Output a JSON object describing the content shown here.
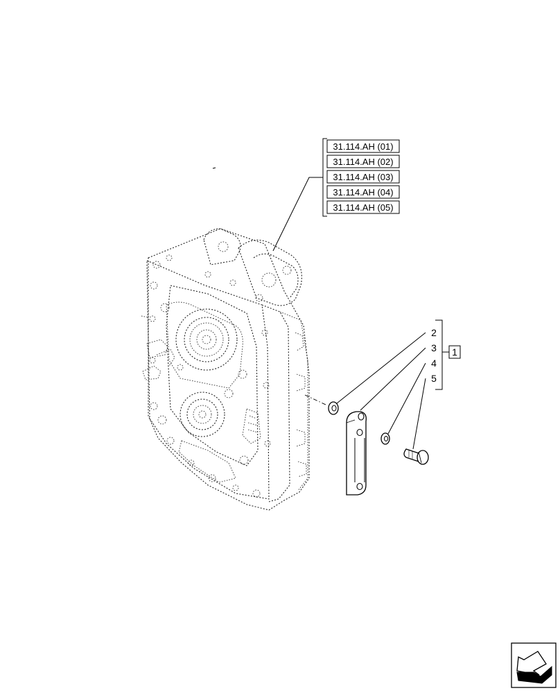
{
  "reference_boxes": [
    {
      "label": "31.114.AH (01)"
    },
    {
      "label": "31.114.AH (02)"
    },
    {
      "label": "31.114.AH (03)"
    },
    {
      "label": "31.114.AH (04)"
    },
    {
      "label": "31.114.AH (05)"
    }
  ],
  "callouts": [
    {
      "number": "2",
      "part": "washer"
    },
    {
      "number": "3",
      "part": "plate"
    },
    {
      "number": "4",
      "part": "washer"
    },
    {
      "number": "5",
      "part": "bolt"
    }
  ],
  "group_label": "1",
  "nav_icon": "next-page-arrow-icon"
}
